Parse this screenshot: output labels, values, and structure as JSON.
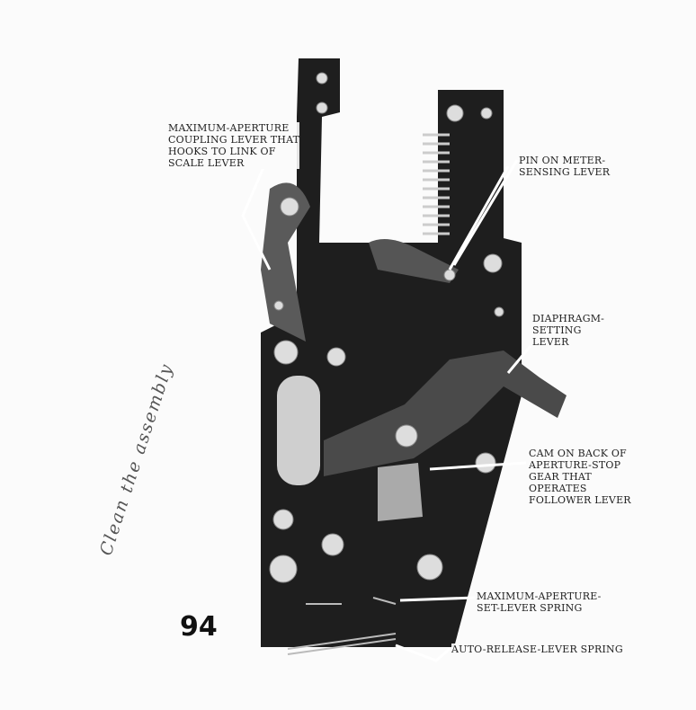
{
  "page_number": "94",
  "handwritten_note": "Clean the assembly",
  "callouts": {
    "max_aperture_coupling": [
      "MAXIMUM-APERTURE",
      "COUPLING LEVER THAT",
      "HOOKS TO LINK OF",
      "SCALE LEVER"
    ],
    "pin_meter_sensing": [
      "PIN ON METER-",
      "SENSING LEVER"
    ],
    "diaphragm_setting": [
      "DIAPHRAGM-",
      "SETTING",
      "LEVER"
    ],
    "cam_back": [
      "CAM ON BACK OF",
      "APERTURE-STOP",
      "GEAR THAT",
      "OPERATES",
      "FOLLOWER LEVER"
    ],
    "max_aperture_spring": [
      "MAXIMUM-APERTURE-",
      "SET-LEVER SPRING"
    ],
    "auto_release_spring": [
      "AUTO-RELEASE-LEVER SPRING"
    ]
  }
}
